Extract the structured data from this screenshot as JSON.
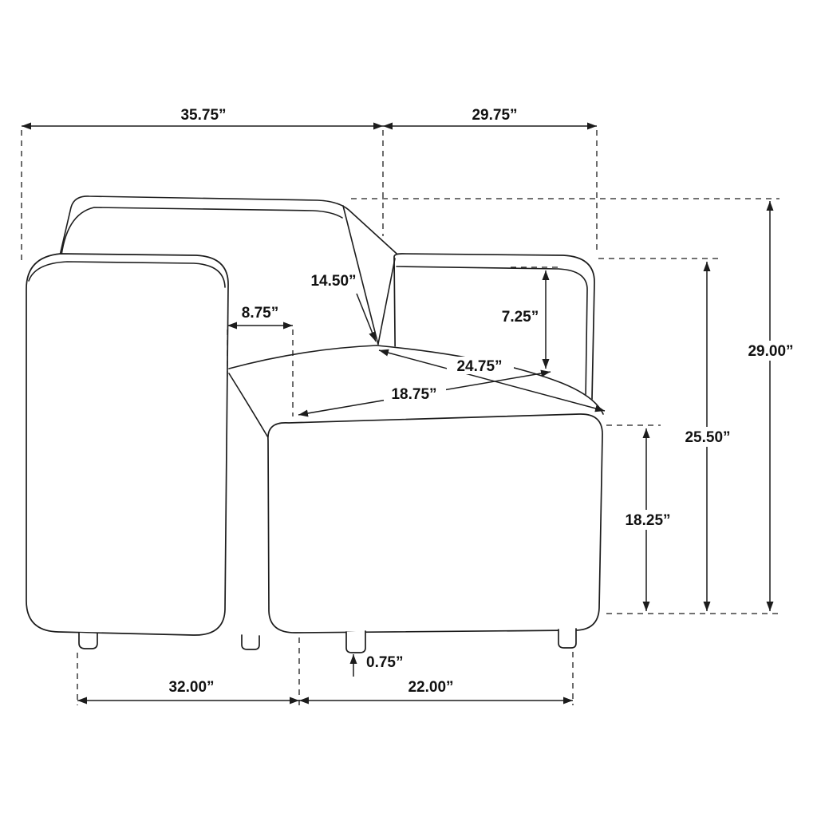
{
  "diagram": {
    "subject": "armchair-dimension-drawing",
    "line_color": "#1c1c1c",
    "text_color": "#111111",
    "background": "#ffffff",
    "dimensions": {
      "top_back_width": "35.75”",
      "top_side_depth": "29.75”",
      "back_cushion_height": "14.50”",
      "arm_width": "8.75”",
      "arm_inner_height": "7.25”",
      "overall_height": "29.00”",
      "arm_top_height": "25.50”",
      "seat_side_height": "18.25”",
      "seat_diagonal_depth": "24.75”",
      "seat_front_width": "18.75”",
      "base_side_width": "32.00”",
      "base_front_width": "22.00”",
      "foot_height": "0.75”"
    }
  }
}
